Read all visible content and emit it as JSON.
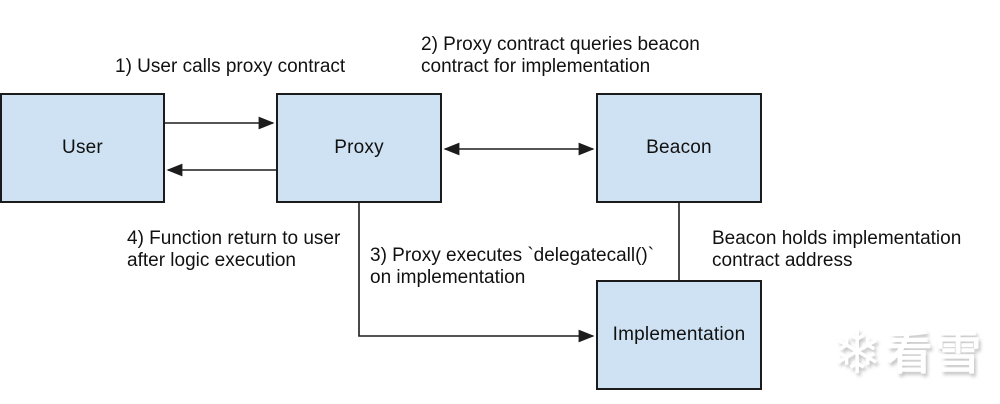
{
  "diagram": {
    "background_color": "#ffffff",
    "node_fill_color": "#cfe2f3",
    "node_border_color": "#1b1b1b",
    "text_color": "#111111",
    "line_color": "#1c1c1c",
    "nodes": {
      "user": {
        "label": "User"
      },
      "proxy": {
        "label": "Proxy"
      },
      "beacon": {
        "label": "Beacon"
      },
      "implementation": {
        "label": "Implementation"
      }
    },
    "annotations": {
      "step1": {
        "text": "1) User calls proxy contract"
      },
      "step2": {
        "text": "2) Proxy contract queries beacon\ncontract for implementation"
      },
      "step3": {
        "text": "3) Proxy executes `delegatecall()`\non implementation"
      },
      "step4": {
        "text": "4) Function return to user\nafter logic execution"
      },
      "beacon_note": {
        "text": "Beacon holds implementation\ncontract address"
      }
    },
    "edges": [
      {
        "id": "user-to-proxy",
        "description": "arrow right"
      },
      {
        "id": "proxy-to-user",
        "description": "arrow left"
      },
      {
        "id": "proxy-beacon-bidirectional",
        "description": "double arrow"
      },
      {
        "id": "beacon-to-implementation",
        "description": "plain line"
      },
      {
        "id": "proxy-to-implementation",
        "description": "elbow arrow"
      }
    ]
  },
  "watermark": {
    "brand": "看雪",
    "icon": "snowflake",
    "glyph": "❄",
    "color": "#ffffff"
  }
}
